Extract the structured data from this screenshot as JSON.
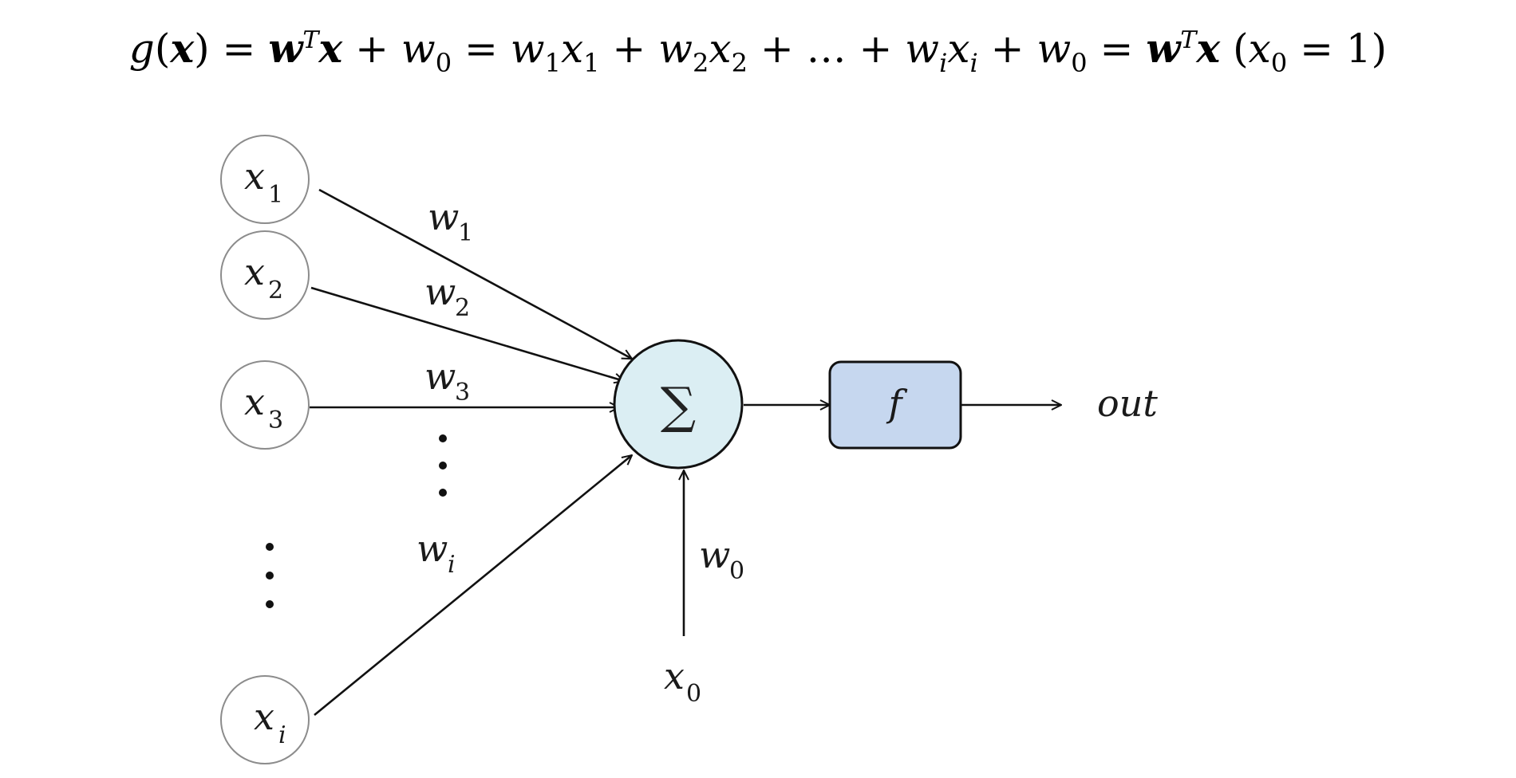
{
  "equation": {
    "lhs": "g",
    "arg": "x",
    "w_vec": "w",
    "T": "T",
    "x_vec": "x",
    "w": "w",
    "x": "x",
    "sub0": "0",
    "sub1": "1",
    "sub2": "2",
    "subi": "i",
    "one": "1",
    "ellipsis": "…"
  },
  "inputs": [
    {
      "base": "x",
      "sub": "1"
    },
    {
      "base": "x",
      "sub": "2"
    },
    {
      "base": "x",
      "sub": "3"
    },
    {
      "base": "x",
      "sub": "i"
    }
  ],
  "weights": [
    {
      "base": "w",
      "sub": "1"
    },
    {
      "base": "w",
      "sub": "2"
    },
    {
      "base": "w",
      "sub": "3"
    },
    {
      "base": "w",
      "sub": "i"
    }
  ],
  "bias": {
    "weight_base": "w",
    "weight_sub": "0",
    "input_base": "x",
    "input_sub": "0"
  },
  "sum_symbol": "∑",
  "activation": "f",
  "output": "out",
  "colors": {
    "sum_fill": "#dbeef3",
    "activation_fill": "#c6d7ef",
    "stroke": "#111111",
    "input_stroke": "#8c8c8c"
  }
}
